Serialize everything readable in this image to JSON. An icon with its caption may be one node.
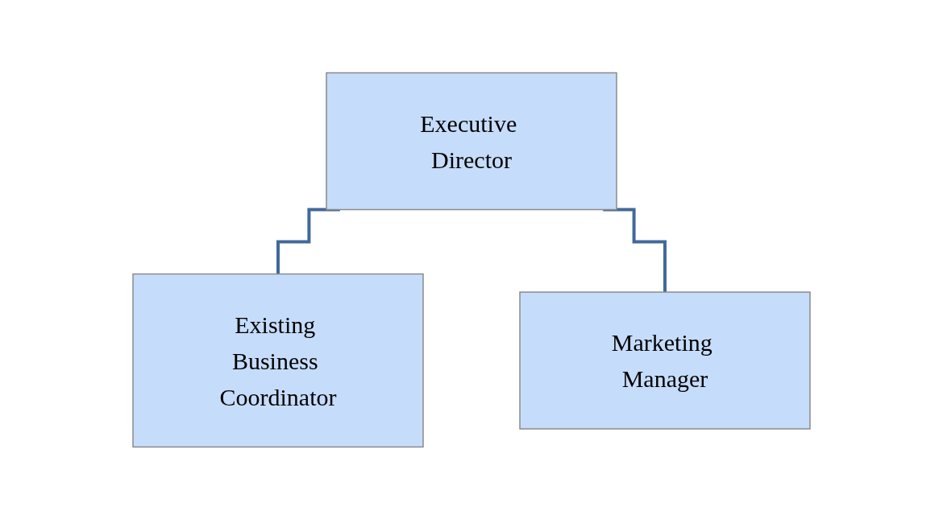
{
  "diagram": {
    "nodes": [
      {
        "text": [
          "Executive Director"
        ]
      },
      {
        "text": [
          "Existing Business Coordinator"
        ]
      },
      {
        "text": [
          "Marketing Manager"
        ]
      }
    ],
    "edges": [
      {
        "from": 0,
        "to": 1,
        "arrow": "none"
      },
      {
        "from": 0,
        "to": 2,
        "arrow": "none"
      }
    ]
  }
}
